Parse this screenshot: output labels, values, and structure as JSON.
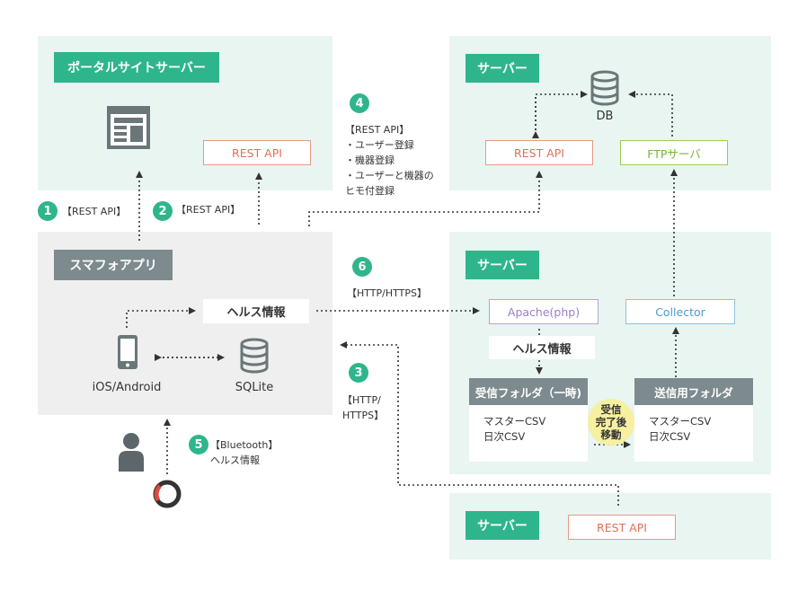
{
  "zones": {
    "portal": {
      "title": "ポータルサイトサーバー",
      "rest_api": "REST API"
    },
    "server_top": {
      "title": "サーバー",
      "db": "DB",
      "rest_api": "REST API",
      "ftp": "FTPサーバ"
    },
    "smartphone": {
      "title": "スマフォアプリ",
      "health_info": "ヘルス情報",
      "ios": "iOS/Android",
      "sqlite": "SQLite"
    },
    "server_mid": {
      "title": "サーバー",
      "apache": "Apache(php)",
      "collector": "Collector",
      "health_info": "ヘルス情報",
      "recv_folder": {
        "title": "受信フォルダ（一時)",
        "lines": [
          "マスターCSV",
          "日次CSV"
        ]
      },
      "send_folder": {
        "title": "送信用フォルダ",
        "lines": [
          "マスターCSV",
          "日次CSV"
        ]
      },
      "move_note": [
        "受信",
        "完了後",
        "移動"
      ]
    },
    "server_bottom": {
      "title": "サーバー",
      "rest_api": "REST API"
    }
  },
  "steps": [
    {
      "num": "1",
      "lines": [
        "【REST API】"
      ]
    },
    {
      "num": "2",
      "lines": [
        "【REST API】"
      ]
    },
    {
      "num": "3",
      "lines": [
        "【HTTP/",
        "HTTPS】"
      ]
    },
    {
      "num": "4",
      "lines": [
        "【REST API】",
        "・ユーザー登録",
        "・機器登録",
        "・ユーザーと機器の",
        "ヒモ付登録"
      ]
    },
    {
      "num": "5",
      "lines": [
        "【Bluetooth】",
        "ヘルス情報"
      ]
    },
    {
      "num": "6",
      "lines": [
        "【HTTP/HTTPS】"
      ]
    }
  ],
  "icons": [
    "browser-window-icon",
    "database-icon",
    "smartphone-icon",
    "person-icon",
    "wearable-band-icon"
  ],
  "colors": {
    "accent": "#2fb58c",
    "zone_green": "#e8f5f1",
    "zone_gray": "#efefef",
    "header_gray": "#7d8a8e",
    "rest_red": "#e07058",
    "ftp_lime": "#78b33a",
    "apache_purple": "#9a7fc6",
    "collector_blue": "#4c9ccd",
    "bubble_yellow": "#f6f0a0"
  }
}
